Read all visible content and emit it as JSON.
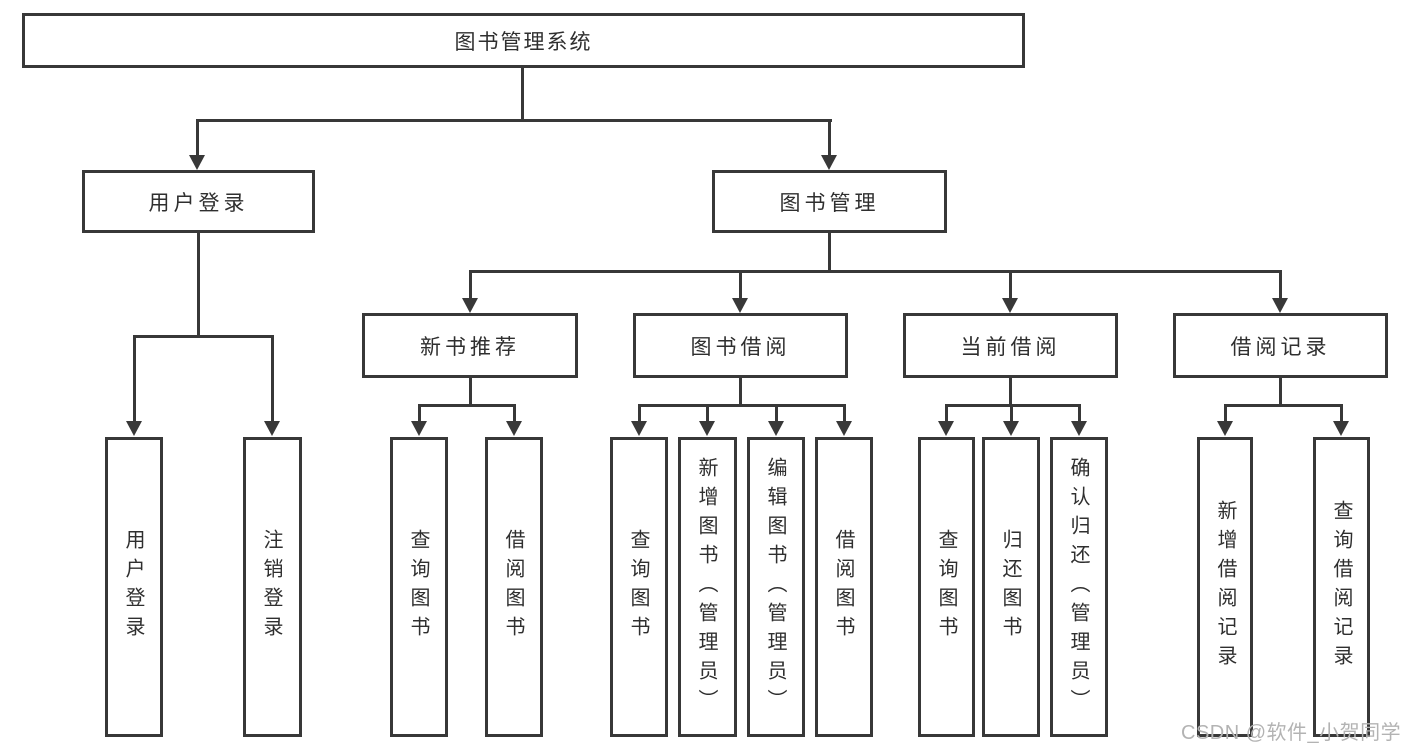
{
  "diagram": {
    "type": "hierarchy-tree",
    "watermark": "CSDN @软件_小贺同学",
    "colors": {
      "line": "#383838",
      "text": "#2f2f2f",
      "watermark": "#b3b3b3",
      "background": "#ffffff"
    },
    "tree": {
      "label": "图书管理系统",
      "children": [
        {
          "label": "用户登录",
          "children": [
            {
              "label": "用户登录"
            },
            {
              "label": "注销登录"
            }
          ]
        },
        {
          "label": "图书管理",
          "children": [
            {
              "label": "新书推荐",
              "children": [
                {
                  "label": "查询图书"
                },
                {
                  "label": "借阅图书"
                }
              ]
            },
            {
              "label": "图书借阅",
              "children": [
                {
                  "label": "查询图书"
                },
                {
                  "label": "新增图书（管理员）"
                },
                {
                  "label": "编辑图书（管理员）"
                },
                {
                  "label": "借阅图书"
                }
              ]
            },
            {
              "label": "当前借阅",
              "children": [
                {
                  "label": "查询图书"
                },
                {
                  "label": "归还图书"
                },
                {
                  "label": "确认归还（管理员）"
                }
              ]
            },
            {
              "label": "借阅记录",
              "children": [
                {
                  "label": "新增借阅记录"
                },
                {
                  "label": "查询借阅记录"
                }
              ]
            }
          ]
        }
      ]
    }
  }
}
